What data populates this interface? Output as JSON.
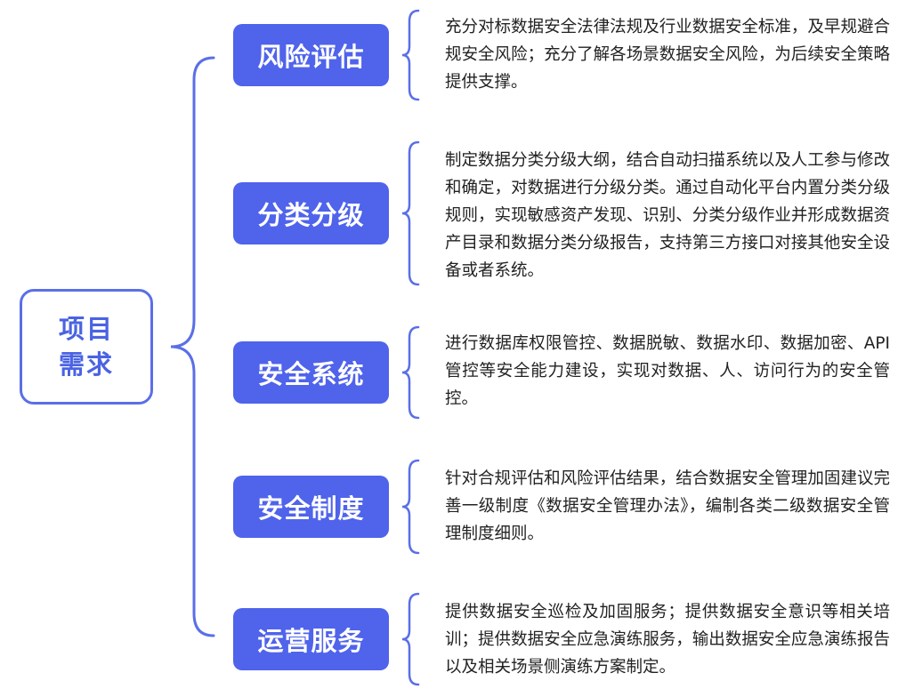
{
  "root": {
    "label": "项目需求"
  },
  "items": [
    {
      "title": "风险评估",
      "description": "充分对标数据安全法律法规及行业数据安全标准，及早规避合规安全风险；充分了解各场景数据安全风险，为后续安全策略提供支撑。"
    },
    {
      "title": "分类分级",
      "description": "制定数据分类分级大纲，结合自动扫描系统以及人工参与修改和确定，对数据进行分级分类。通过自动化平台内置分类分级规则，实现敏感资产发现、识别、分类分级作业并形成数据资产目录和数据分类分级报告，支持第三方接口对接其他安全设备或者系统。"
    },
    {
      "title": "安全系统",
      "description": "进行数据库权限管控、数据脱敏、数据水印、数据加密、API管控等安全能力建设，实现对数据、人、访问行为的安全管控。"
    },
    {
      "title": "安全制度",
      "description": "针对合规评估和风险评估结果，结合数据安全管理加固建议完善一级制度《数据安全管理办法》，编制各类二级数据安全管理制度细则。"
    },
    {
      "title": "运营服务",
      "description": "提供数据安全巡检及加固服务；提供数据安全意识等相关培训；提供数据安全应急演练服务，输出数据安全应急演练报告以及相关场景侧演练方案制定。"
    }
  ],
  "colors": {
    "primary": "#4f63eb",
    "outline": "#5a6fe6",
    "root_text": "#4a63e3"
  }
}
